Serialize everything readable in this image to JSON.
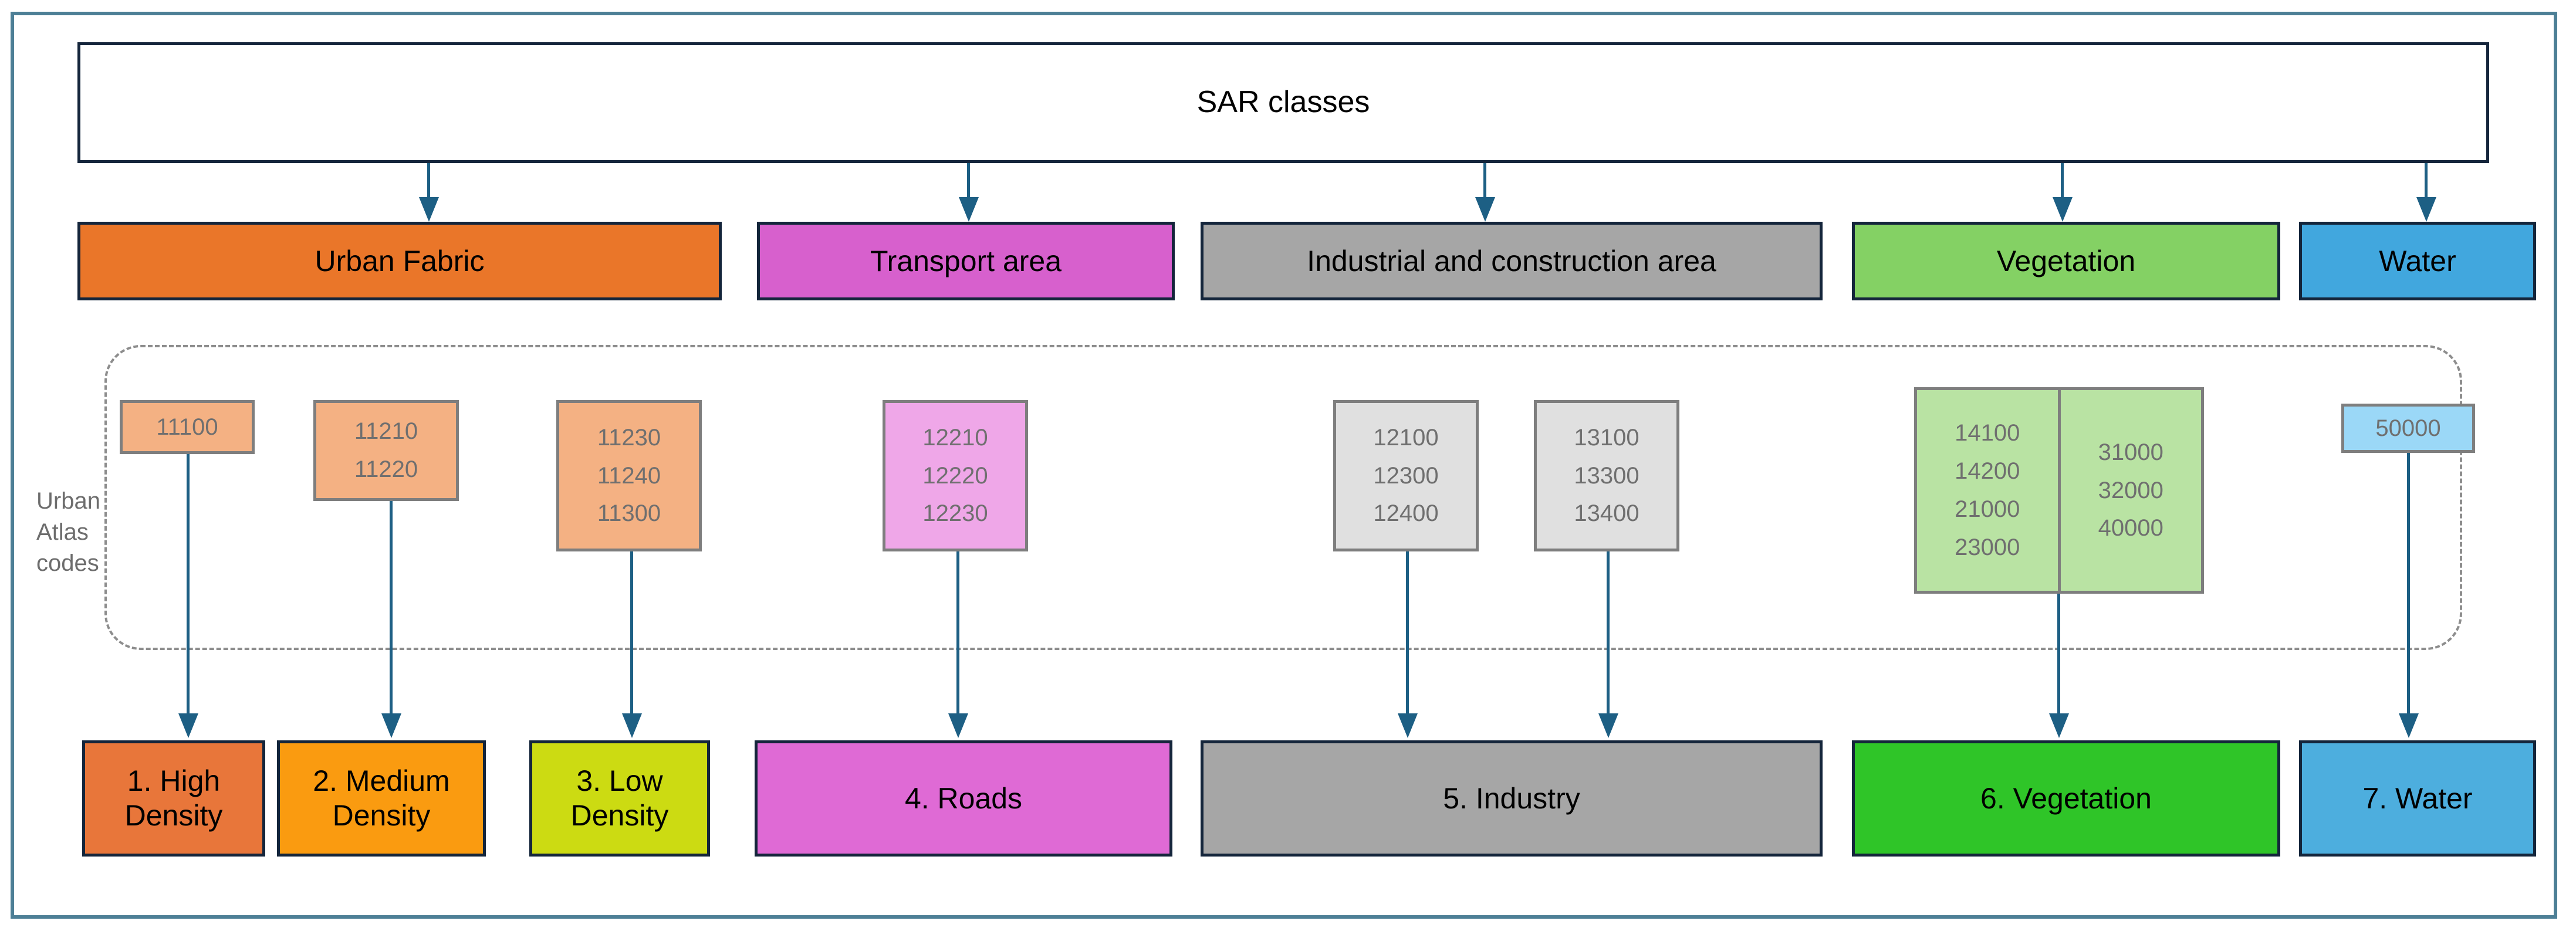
{
  "diagram": {
    "title": "SAR classes",
    "urban_atlas_label": "Urban\nAtlas\ncodes",
    "urban_atlas_label_lines": [
      "Urban",
      "Atlas",
      "codes"
    ],
    "colors": {
      "frame": "#4d7f96",
      "box_border": "#14253b",
      "connector": "#1d5f84",
      "dashed_border": "#8d8d8d",
      "code_border": "#7e7e7e",
      "code_text": "#6f6f6f"
    }
  },
  "root": {
    "label": "SAR classes",
    "fill": "#ffffff"
  },
  "categories": [
    {
      "label": "Urban Fabric",
      "fill": "#ea7629"
    },
    {
      "label": "Transport area",
      "fill": "#d760cd"
    },
    {
      "label": "Industrial and construction area",
      "fill": "#a6a6a6"
    },
    {
      "label": "Vegetation",
      "fill": "#84d164"
    },
    {
      "label": "Water",
      "fill": "#41a7de"
    }
  ],
  "code_groups": [
    {
      "name": "urban-fabric-high",
      "fill": "#f4b183",
      "codes": [
        "11100"
      ]
    },
    {
      "name": "urban-fabric-medium",
      "fill": "#f4b183",
      "codes": [
        "11210",
        "11220"
      ]
    },
    {
      "name": "urban-fabric-low",
      "fill": "#f4b183",
      "codes": [
        "11230",
        "11240",
        "11300"
      ]
    },
    {
      "name": "transport-roads",
      "fill": "#efa7e8",
      "codes": [
        "12210",
        "12220",
        "12230"
      ]
    },
    {
      "name": "industry-a",
      "fill": "#e0e0e0",
      "codes": [
        "12100",
        "12300",
        "12400"
      ]
    },
    {
      "name": "industry-b",
      "fill": "#e0e0e0",
      "codes": [
        "13100",
        "13300",
        "13400"
      ]
    },
    {
      "name": "vegetation",
      "fill": "#b9e3a3",
      "split": true,
      "column_left": [
        "14100",
        "14200",
        "21000",
        "23000"
      ],
      "column_right": [
        "31000",
        "32000",
        "40000"
      ]
    },
    {
      "name": "water",
      "fill": "#9bd8f7",
      "codes": [
        "50000"
      ]
    }
  ],
  "outputs": [
    {
      "label": "1. High Density",
      "label_lines": [
        "1. High",
        "Density"
      ],
      "fill": "#e8763a"
    },
    {
      "label": "2. Medium Density",
      "label_lines": [
        "2. Medium",
        "Density"
      ],
      "fill": "#fa9b10"
    },
    {
      "label": "3. Low Density",
      "label_lines": [
        "3. Low",
        "Density"
      ],
      "fill": "#ccdb12"
    },
    {
      "label": "4. Roads",
      "label_lines": [
        "4. Roads"
      ],
      "fill": "#df6ad5"
    },
    {
      "label": "5. Industry",
      "label_lines": [
        "5. Industry"
      ],
      "fill": "#a6a6a6"
    },
    {
      "label": "6. Vegetation",
      "label_lines": [
        "6. Vegetation"
      ],
      "fill": "#2fc528"
    },
    {
      "label": "7. Water",
      "label_lines": [
        "7. Water"
      ],
      "fill": "#4daede"
    }
  ]
}
